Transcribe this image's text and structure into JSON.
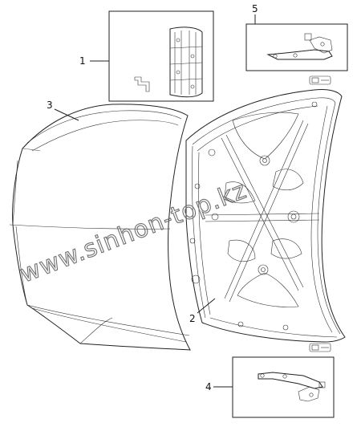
{
  "callouts": [
    {
      "id": "1",
      "label": "1"
    },
    {
      "id": "2",
      "label": "2"
    },
    {
      "id": "3",
      "label": "3"
    },
    {
      "id": "4",
      "label": "4"
    },
    {
      "id": "5",
      "label": "5"
    }
  ],
  "watermark": "www.sinhon-top.kz",
  "colors": {
    "line": "#222222",
    "watermark": "#6f6f6f",
    "background": "#ffffff"
  }
}
